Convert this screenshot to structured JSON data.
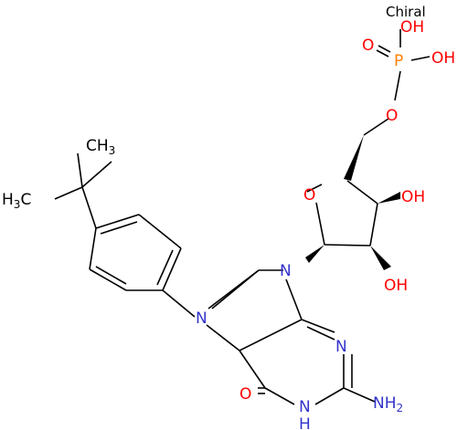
{
  "flag": {
    "text": "Chiral"
  },
  "atoms": {
    "p": "P",
    "o_double": "O",
    "oh_top": "OH",
    "oh_right": "OH",
    "o_ester": "O",
    "o_ring": "O",
    "oh_c3": "OH",
    "oh_c2": "OH",
    "n9": "N",
    "n7": "N",
    "n3": "N",
    "o6": "O",
    "n1": "N",
    "h1": "H",
    "nh2_n": "NH",
    "nh2_sub": "2",
    "ch3_top_c": "CH",
    "ch3_top_sub": "3",
    "ch3_left_c": "H",
    "ch3_left_sub": "3",
    "ch3_left_tail": "C"
  },
  "colors": {
    "bond": "#000000",
    "carbon_text": "#000000",
    "nitrogen": "#3333cc",
    "oxygen": "#ff0000",
    "phosphorus": "#ff8000"
  }
}
